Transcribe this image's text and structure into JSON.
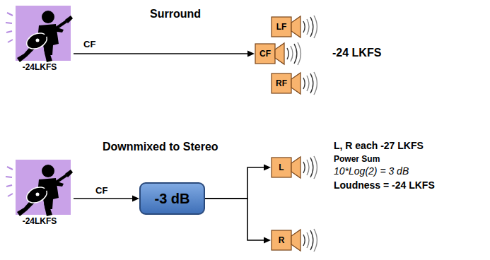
{
  "diagram": {
    "nodes": [
      {
        "text": [
          "-24LKFS"
        ]
      },
      {
        "text": [
          "LF"
        ]
      },
      {
        "text": [
          "CF"
        ]
      },
      {
        "text": [
          "RF"
        ]
      },
      {
        "text": [
          "-24LKFS"
        ]
      },
      {
        "text": [
          "-3 dB"
        ]
      },
      {
        "text": [
          "L"
        ]
      },
      {
        "text": [
          "R"
        ]
      }
    ],
    "edges": [
      {
        "from": 0,
        "to": 2,
        "label": "CF",
        "arrow": "to"
      },
      {
        "from": 4,
        "to": 5,
        "label": "CF",
        "arrow": "to"
      },
      {
        "from": 5,
        "to": 6,
        "arrow": "to"
      },
      {
        "from": 5,
        "to": 7,
        "arrow": "to"
      }
    ],
    "labels": [
      "Surround",
      "-24 LKFS",
      "Downmixed to Stereo",
      "L, R each -27 LKFS",
      "Power Sum",
      "10*Log(2) = 3 dB",
      "Loudness = -24 LKFS"
    ]
  }
}
